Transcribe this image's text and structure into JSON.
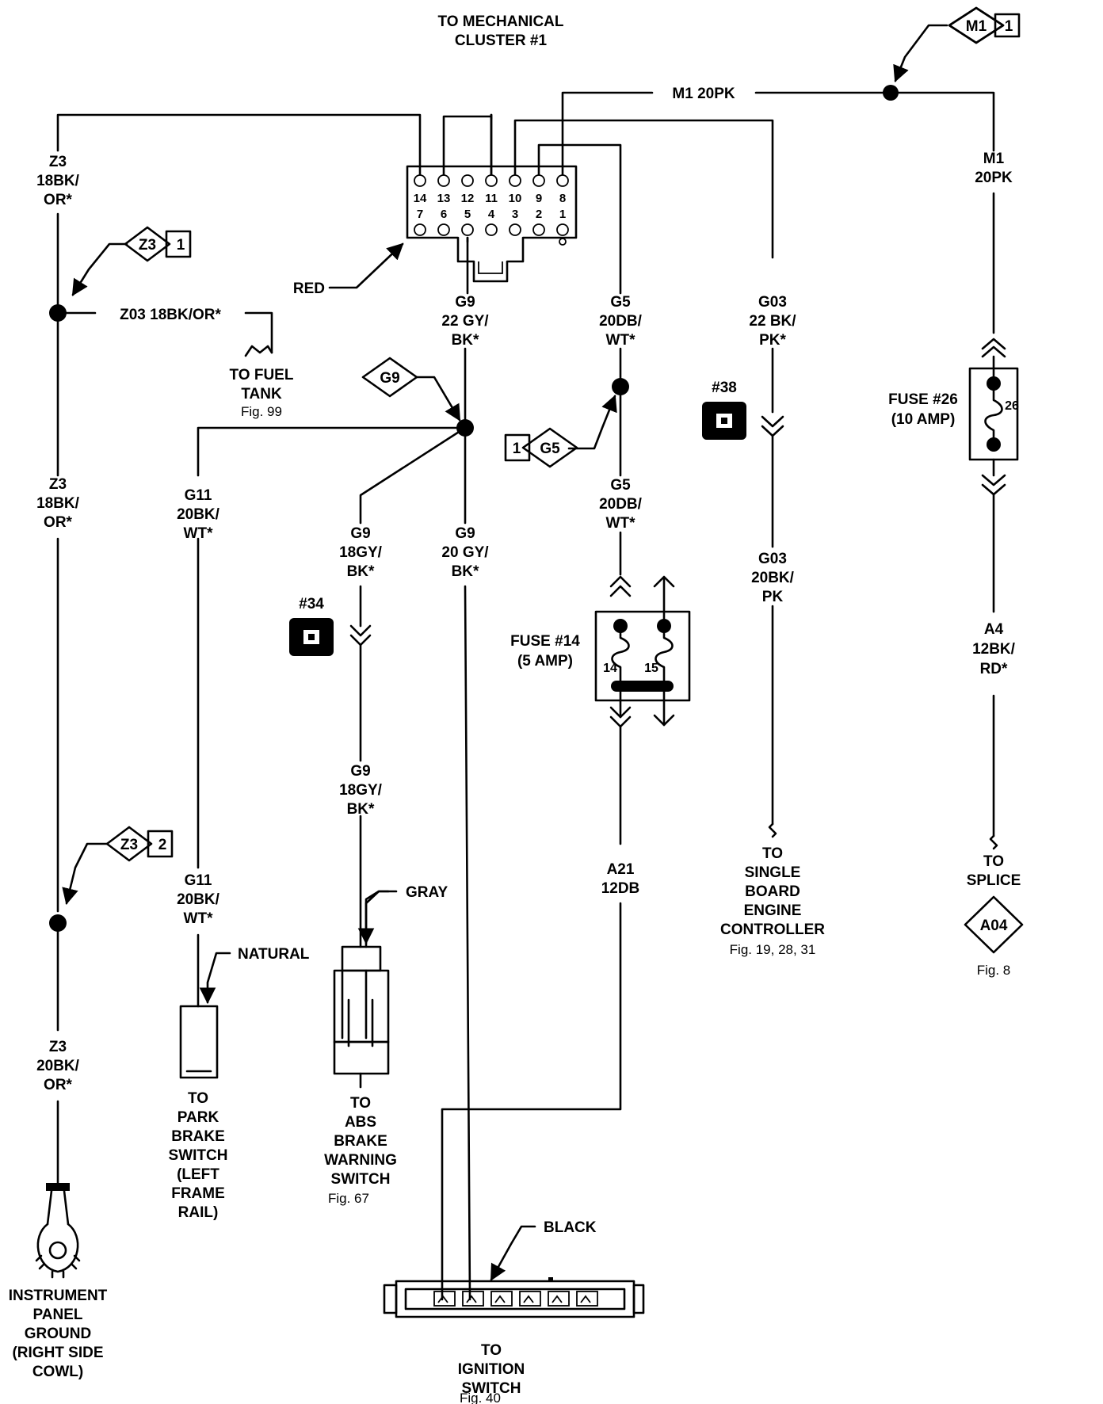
{
  "top": {
    "line1": "TO MECHANICAL",
    "line2": "CLUSTER #1"
  },
  "connector_pins": {
    "top": [
      "14",
      "13",
      "12",
      "11",
      "10",
      "9",
      "8"
    ],
    "bottom": [
      "7",
      "6",
      "5",
      "4",
      "3",
      "2",
      "1"
    ]
  },
  "wires": {
    "m1_top": "M1 20PK",
    "m1_right_1": "M1",
    "m1_right_2": "20PK",
    "z3_1": "Z3",
    "z3_2": "18BK/",
    "z3_3": "OR*",
    "z03": "Z03 18BK/OR*",
    "z3b_1": "Z3",
    "z3b_2": "18BK/",
    "z3b_3": "OR*",
    "z3c_1": "Z3",
    "z3c_2": "20BK/",
    "z3c_3": "OR*",
    "g9a_1": "G9",
    "g9a_2": "22 GY/",
    "g9a_3": "BK*",
    "g5a_1": "G5",
    "g5a_2": "20DB/",
    "g5a_3": "WT*",
    "g03a_1": "G03",
    "g03a_2": "22 BK/",
    "g03a_3": "PK*",
    "g11a_1": "G11",
    "g11a_2": "20BK/",
    "g11a_3": "WT*",
    "g9b_1": "G9",
    "g9b_2": "18GY/",
    "g9b_3": "BK*",
    "g9c_1": "G9",
    "g9c_2": "20 GY/",
    "g9c_3": "BK*",
    "g5b_1": "G5",
    "g5b_2": "20DB/",
    "g5b_3": "WT*",
    "g03b_1": "G03",
    "g03b_2": "20BK/",
    "g03b_3": "PK",
    "a4_1": "A4",
    "a4_2": "12BK/",
    "a4_3": "RD*",
    "g9d_1": "G9",
    "g9d_2": "18GY/",
    "g9d_3": "BK*",
    "g11b_1": "G11",
    "g11b_2": "20BK/",
    "g11b_3": "WT*",
    "a21_1": "A21",
    "a21_2": "12DB"
  },
  "splices": {
    "m1": "M1",
    "m1_num": "1",
    "z3a": "Z3",
    "z3a_num": "1",
    "z3b": "Z3",
    "z3b_num": "2",
    "g9": "G9",
    "g5": "G5",
    "g5_num": "1",
    "a04": "A04"
  },
  "connectors": {
    "c38": "#38",
    "c34": "#34"
  },
  "labels": {
    "red": "RED",
    "natural": "NATURAL",
    "gray": "GRAY",
    "black": "BLACK",
    "fuel_1": "TO FUEL",
    "fuel_2": "TANK",
    "fuel_fig": "Fig. 99",
    "fuse26_1": "FUSE #26",
    "fuse26_2": "(10 AMP)",
    "fuse26_num": "26",
    "fuse14_1": "FUSE #14",
    "fuse14_2": "(5 AMP)",
    "fuse14_num": "14",
    "fuse15_num": "15",
    "sbec_1": "TO",
    "sbec_2": "SINGLE",
    "sbec_3": "BOARD",
    "sbec_4": "ENGINE",
    "sbec_5": "CONTROLLER",
    "sbec_fig": "Fig. 19, 28, 31",
    "splice_1": "TO",
    "splice_2": "SPLICE",
    "splice_fig": "Fig. 8",
    "park_1": "TO",
    "park_2": "PARK",
    "park_3": "BRAKE",
    "park_4": "SWITCH",
    "park_5": "(LEFT",
    "park_6": "FRAME",
    "park_7": "RAIL)",
    "abs_1": "TO",
    "abs_2": "ABS",
    "abs_3": "BRAKE",
    "abs_4": "WARNING",
    "abs_5": "SWITCH",
    "abs_fig": "Fig. 67",
    "gnd_1": "INSTRUMENT",
    "gnd_2": "PANEL",
    "gnd_3": "GROUND",
    "gnd_4": "(RIGHT SIDE",
    "gnd_5": "COWL)",
    "ign_1": "TO",
    "ign_2": "IGNITION",
    "ign_3": "SWITCH",
    "ign_fig": "Fig. 40"
  }
}
